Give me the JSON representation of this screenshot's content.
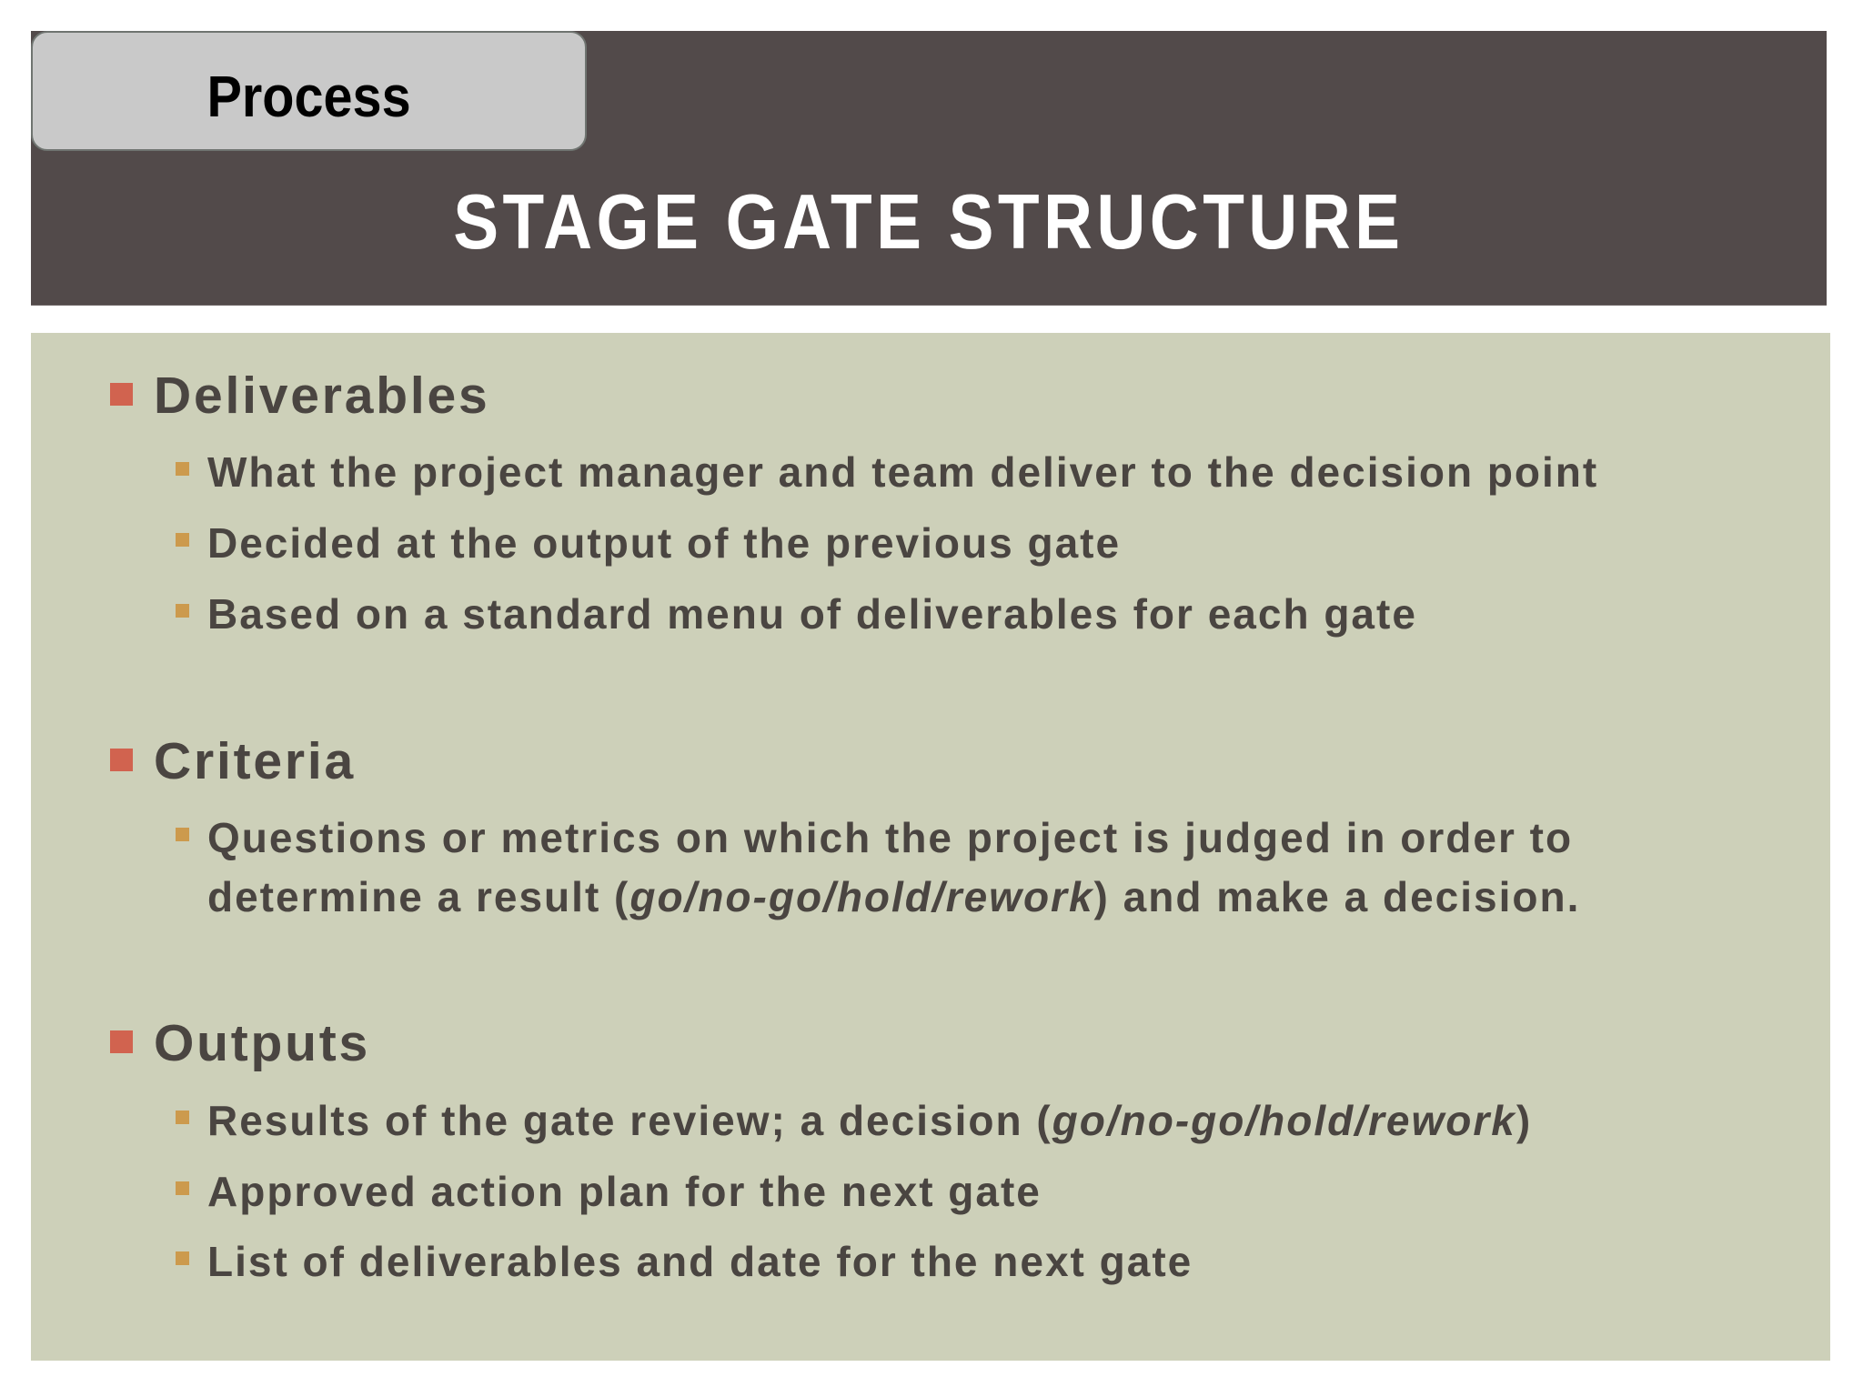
{
  "header": {
    "section_tab": "Process",
    "title": "STAGE GATE STRUCTURE"
  },
  "colors": {
    "header_bg": "#524a4a",
    "tab_bg": "#c9c9c9",
    "content_bg": "#cdd0b9",
    "text": "#4a4541",
    "bullet_level1": "#d1634f",
    "bullet_level2": "#cc9a4d"
  },
  "sections": [
    {
      "heading": "Deliverables",
      "items": [
        "What the project manager and team deliver to the decision point",
        "Decided at the output of the previous gate",
        "Based on a standard menu of deliverables for each gate"
      ]
    },
    {
      "heading": "Criteria",
      "items": [
        {
          "line1": "Questions or metrics on which the project is judged in order to",
          "line2_before": "determine a result (",
          "line2_italic": "go/no-go/hold/rework",
          "line2_after": ") and make a decision."
        }
      ]
    },
    {
      "heading": "Outputs",
      "items": [
        {
          "before": "Results of the gate review; a decision (",
          "italic": "go/no-go/hold/rework",
          "after": ")"
        },
        "Approved action plan for the next gate",
        "List of deliverables and date for the next gate"
      ]
    }
  ]
}
